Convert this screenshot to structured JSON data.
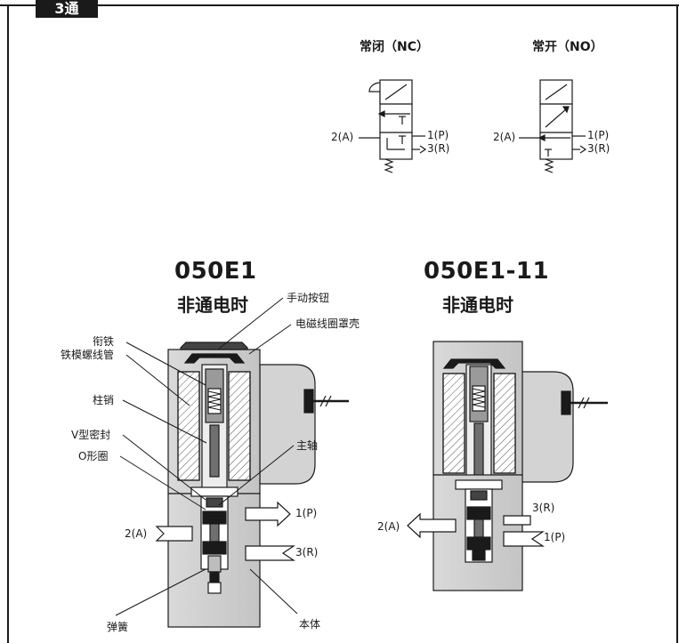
{
  "header": {
    "tab": "3通"
  },
  "symbols": {
    "nc": {
      "title": "常闭（NC）",
      "port_a": "2(A)",
      "port_p": "1(P)",
      "port_r": "3(R)"
    },
    "no": {
      "title": "常开（NO）",
      "port_a": "2(A)",
      "port_p": "1(P)",
      "port_r": "3(R)"
    }
  },
  "left_valve": {
    "model": "050E1",
    "state": "非通电时",
    "labels": {
      "manual_button": "手动按钮",
      "coil_cover": "电磁线圈罩壳",
      "armature": "衔铁",
      "armature_tube": "铁模螺线管",
      "plunger_pin": "柱销",
      "v_seal": "V型密封",
      "o_ring": "O形圈",
      "main_shaft": "主轴",
      "spring": "弹簧",
      "body": "本体",
      "port_p": "1(P)",
      "port_a": "2(A)",
      "port_r": "3(R)"
    }
  },
  "right_valve": {
    "model": "050E1-11",
    "state": "非通电时",
    "labels": {
      "port_r": "3(R)",
      "port_a": "2(A)",
      "port_p": "1(P)"
    }
  }
}
